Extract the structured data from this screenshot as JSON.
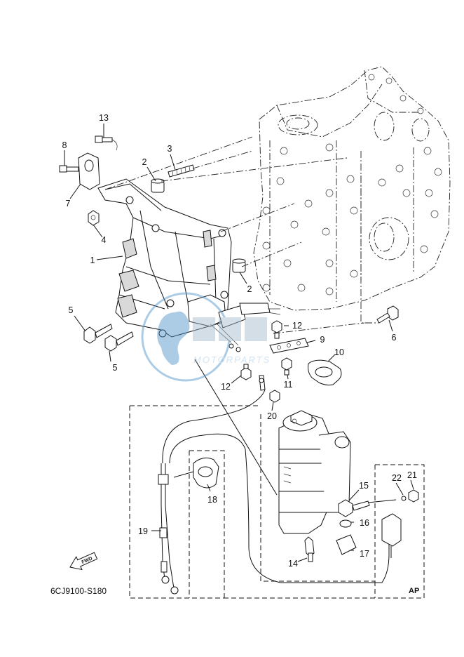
{
  "diagram_code": "6CJ9100-S180",
  "ap_label": "AP",
  "fwd_label": "FWD",
  "watermark": {
    "brand": "MSP",
    "tagline": "MOTORPARTS",
    "color": "#4a90c8"
  },
  "callouts": [
    {
      "id": "c1",
      "text": "1"
    },
    {
      "id": "c2a",
      "text": "2"
    },
    {
      "id": "c2b",
      "text": "2"
    },
    {
      "id": "c3",
      "text": "3"
    },
    {
      "id": "c4",
      "text": "4"
    },
    {
      "id": "c5a",
      "text": "5"
    },
    {
      "id": "c5b",
      "text": "5"
    },
    {
      "id": "c6",
      "text": "6"
    },
    {
      "id": "c7",
      "text": "7"
    },
    {
      "id": "c8",
      "text": "8"
    },
    {
      "id": "c9",
      "text": "9"
    },
    {
      "id": "c10",
      "text": "10"
    },
    {
      "id": "c11",
      "text": "11"
    },
    {
      "id": "c12a",
      "text": "12"
    },
    {
      "id": "c12b",
      "text": "12"
    },
    {
      "id": "c13",
      "text": "13"
    },
    {
      "id": "c14",
      "text": "14"
    },
    {
      "id": "c15",
      "text": "15"
    },
    {
      "id": "c16",
      "text": "16"
    },
    {
      "id": "c17",
      "text": "17"
    },
    {
      "id": "c18",
      "text": "18"
    },
    {
      "id": "c19",
      "text": "19"
    },
    {
      "id": "c20",
      "text": "20"
    },
    {
      "id": "c21",
      "text": "21"
    },
    {
      "id": "c22",
      "text": "22"
    }
  ]
}
